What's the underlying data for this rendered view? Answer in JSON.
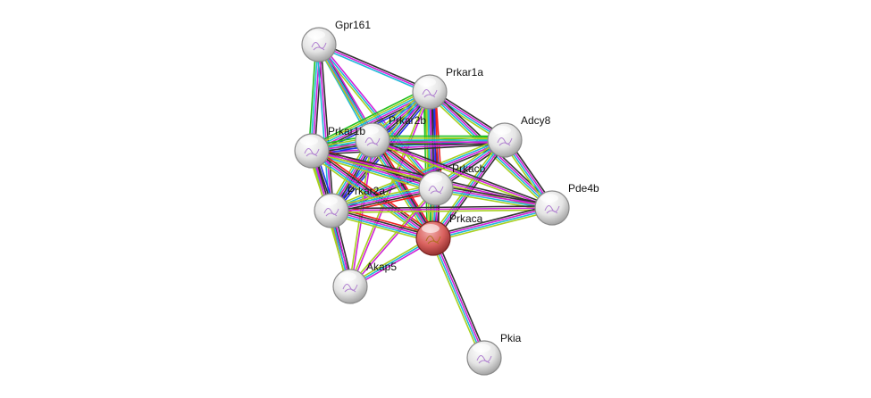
{
  "network": {
    "query_node": "Prkaca",
    "colors": {
      "query_node": "#d9615e",
      "node": "#e6e6e6",
      "k": "#333333",
      "m": "#d020d8",
      "c": "#20b8d8",
      "y": "#a8d020",
      "r": "#ee2020",
      "b": "#2030ee",
      "g": "#20c020"
    },
    "nodes": [
      "Gpr161",
      "Prkar1a",
      "Adcy8",
      "Prkar2b",
      "Prkar1b",
      "Prkacb",
      "Pde4b",
      "Prkar2a",
      "Prkaca",
      "Akap5",
      "Pkia"
    ],
    "edges": [
      {
        "a": "Gpr161",
        "b": "Prkar1a",
        "ev": "kmc"
      },
      {
        "a": "Gpr161",
        "b": "Prkar1b",
        "ev": "kmcg"
      },
      {
        "a": "Gpr161",
        "b": "Prkar2b",
        "ev": "kmc"
      },
      {
        "a": "Gpr161",
        "b": "Prkar2a",
        "ev": "kmc"
      },
      {
        "a": "Gpr161",
        "b": "Prkacb",
        "ev": "mcy"
      },
      {
        "a": "Gpr161",
        "b": "Prkaca",
        "ev": "mcy"
      },
      {
        "a": "Prkar1a",
        "b": "Prkar1b",
        "ev": "bkmcyg"
      },
      {
        "a": "Prkar1a",
        "b": "Prkar2b",
        "ev": "bkmcy"
      },
      {
        "a": "Prkar1a",
        "b": "Prkar2a",
        "ev": "bkmcy"
      },
      {
        "a": "Prkar1a",
        "b": "Prkacb",
        "ev": "rbkmcyg"
      },
      {
        "a": "Prkar1a",
        "b": "Prkaca",
        "ev": "rbkmcyg"
      },
      {
        "a": "Prkar1a",
        "b": "Adcy8",
        "ev": "kmcy"
      },
      {
        "a": "Prkar1a",
        "b": "Pde4b",
        "ev": "kmcy"
      },
      {
        "a": "Prkar1a",
        "b": "Akap5",
        "ev": "my"
      },
      {
        "a": "Adcy8",
        "b": "Prkar1b",
        "ev": "kmcyg"
      },
      {
        "a": "Adcy8",
        "b": "Prkar2b",
        "ev": "kmcyg"
      },
      {
        "a": "Adcy8",
        "b": "Prkar2a",
        "ev": "kmcy"
      },
      {
        "a": "Adcy8",
        "b": "Prkacb",
        "ev": "kmcy"
      },
      {
        "a": "Adcy8",
        "b": "Prkaca",
        "ev": "kmcy"
      },
      {
        "a": "Adcy8",
        "b": "Pde4b",
        "ev": "kmcy"
      },
      {
        "a": "Prkar2b",
        "b": "Prkar1b",
        "ev": "bkmcyg"
      },
      {
        "a": "Prkar2b",
        "b": "Prkar2a",
        "ev": "bkmcy"
      },
      {
        "a": "Prkar2b",
        "b": "Prkacb",
        "ev": "rkmcy"
      },
      {
        "a": "Prkar2b",
        "b": "Prkaca",
        "ev": "rkmcy"
      },
      {
        "a": "Prkar2b",
        "b": "Pde4b",
        "ev": "kmy"
      },
      {
        "a": "Prkar2b",
        "b": "Akap5",
        "ev": "my"
      },
      {
        "a": "Prkar1b",
        "b": "Prkar2a",
        "ev": "bkmcy"
      },
      {
        "a": "Prkar1b",
        "b": "Prkacb",
        "ev": "rkmcy"
      },
      {
        "a": "Prkar1b",
        "b": "Prkaca",
        "ev": "rkmcy"
      },
      {
        "a": "Prkar1b",
        "b": "Pde4b",
        "ev": "kmy"
      },
      {
        "a": "Prkar1b",
        "b": "Akap5",
        "ev": "kmy"
      },
      {
        "a": "Prkacb",
        "b": "Prkar2a",
        "ev": "rkmcy"
      },
      {
        "a": "Prkacb",
        "b": "Prkaca",
        "ev": "kmcyg"
      },
      {
        "a": "Prkacb",
        "b": "Pde4b",
        "ev": "kmcy"
      },
      {
        "a": "Prkacb",
        "b": "Akap5",
        "ev": "my"
      },
      {
        "a": "Prkar2a",
        "b": "Prkaca",
        "ev": "rkmcy"
      },
      {
        "a": "Prkar2a",
        "b": "Pde4b",
        "ev": "kmy"
      },
      {
        "a": "Prkar2a",
        "b": "Akap5",
        "ev": "kmcy"
      },
      {
        "a": "Prkaca",
        "b": "Pde4b",
        "ev": "kmcy"
      },
      {
        "a": "Prkaca",
        "b": "Akap5",
        "ev": "mcy"
      },
      {
        "a": "Prkaca",
        "b": "Pkia",
        "ev": "kmcy"
      }
    ]
  }
}
